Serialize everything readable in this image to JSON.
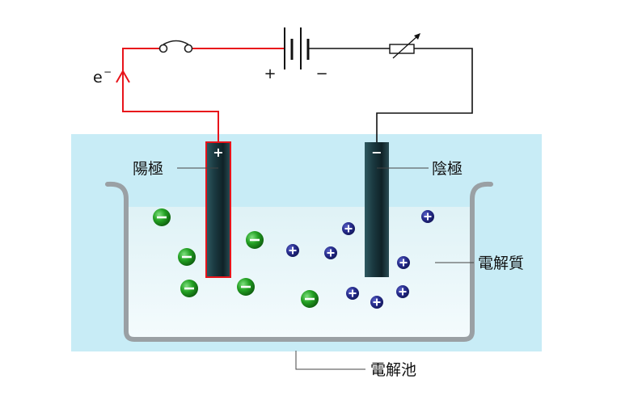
{
  "labels": {
    "electron": "e",
    "electron_superscript": "−",
    "battery_positive": "+",
    "battery_negative": "−",
    "anode": "陽極",
    "cathode": "陰極",
    "electrolyte": "電解質",
    "cell": "電解池",
    "anode_sign": "+",
    "cathode_sign": "−"
  },
  "colors": {
    "anode_wire": "#e8141b",
    "cathode_wire": "#111111",
    "background_tank": "#c8ecf6",
    "electrolyte": "#e8f6fa",
    "electrode": "#1b3d44",
    "anion": "#1e8a1e",
    "cation": "#22277a",
    "vessel": "#9aa0a4"
  },
  "ions": {
    "anion_symbol": "−",
    "cation_symbol": "+"
  }
}
